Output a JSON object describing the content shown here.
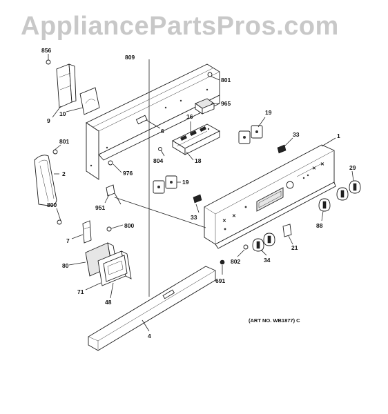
{
  "watermark": "AppliancePartsPros.com",
  "art_number": "(ART NO. WB1877) C",
  "callouts": {
    "p856": "856",
    "p809": "809",
    "p801a": "801",
    "p965": "965",
    "p9": "9",
    "p10": "10",
    "p6": "6",
    "p16": "16",
    "p19a": "19",
    "p33a": "33",
    "p1": "1",
    "p801b": "801",
    "p804": "804",
    "p18": "18",
    "p2": "2",
    "p976": "976",
    "p19b": "19",
    "p29": "29",
    "p800a": "800",
    "p951": "951",
    "p33b": "33",
    "p88": "88",
    "p7": "7",
    "p800b": "800",
    "p21": "21",
    "p80": "80",
    "p802": "802",
    "p34": "34",
    "p691": "691",
    "p71": "71",
    "p48": "48",
    "p4": "4"
  }
}
